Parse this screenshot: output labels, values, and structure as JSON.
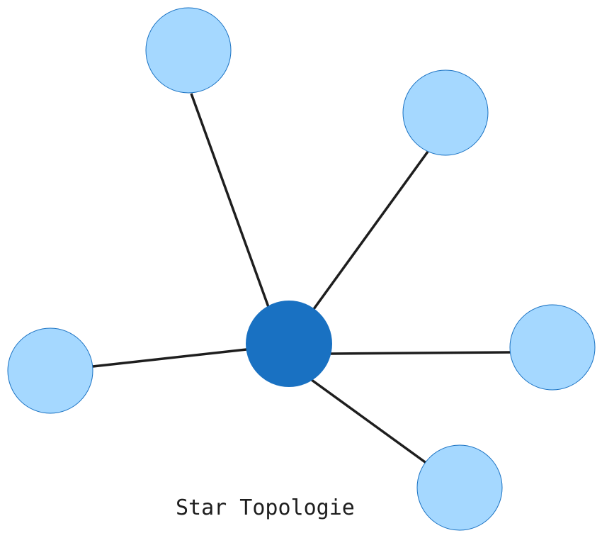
{
  "diagram": {
    "caption": "Star Topologie",
    "colors": {
      "hub_fill": "#1971c2",
      "leaf_fill": "#a5d8ff",
      "leaf_stroke": "#1971c2",
      "link_stroke": "#1e1e1e"
    },
    "hub": {
      "id": "hub"
    },
    "leaves": [
      {
        "id": "leaf-top-left"
      },
      {
        "id": "leaf-top-right"
      },
      {
        "id": "leaf-left"
      },
      {
        "id": "leaf-right"
      },
      {
        "id": "leaf-bottom-right"
      }
    ]
  }
}
